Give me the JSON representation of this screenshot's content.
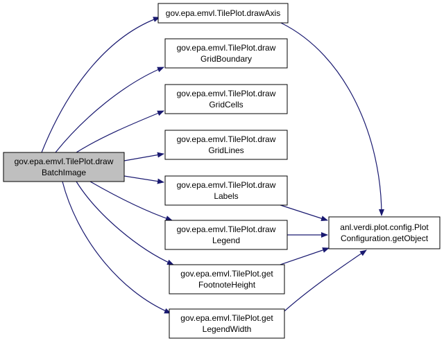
{
  "diagram": {
    "colors": {
      "edge": "#191970",
      "node_fill": "#ffffff",
      "root_fill": "#bfbfbf",
      "node_border": "#000000"
    },
    "nodes": {
      "root": {
        "lines": [
          "gov.epa.emvl.TilePlot.draw",
          "BatchImage"
        ]
      },
      "draw_axis": {
        "lines": [
          "gov.epa.emvl.TilePlot.drawAxis"
        ]
      },
      "draw_grid_boundary": {
        "lines": [
          "gov.epa.emvl.TilePlot.draw",
          "GridBoundary"
        ]
      },
      "draw_grid_cells": {
        "lines": [
          "gov.epa.emvl.TilePlot.draw",
          "GridCells"
        ]
      },
      "draw_grid_lines": {
        "lines": [
          "gov.epa.emvl.TilePlot.draw",
          "GridLines"
        ]
      },
      "draw_labels": {
        "lines": [
          "gov.epa.emvl.TilePlot.draw",
          "Labels"
        ]
      },
      "draw_legend": {
        "lines": [
          "gov.epa.emvl.TilePlot.draw",
          "Legend"
        ]
      },
      "get_footnote_height": {
        "lines": [
          "gov.epa.emvl.TilePlot.get",
          "FootnoteHeight"
        ]
      },
      "get_legend_width": {
        "lines": [
          "gov.epa.emvl.TilePlot.get",
          "LegendWidth"
        ]
      },
      "get_object": {
        "lines": [
          "anl.verdi.plot.config.Plot",
          "Configuration.getObject"
        ]
      }
    },
    "edges": [
      {
        "from": "root",
        "to": "draw_axis"
      },
      {
        "from": "root",
        "to": "draw_grid_boundary"
      },
      {
        "from": "root",
        "to": "draw_grid_cells"
      },
      {
        "from": "root",
        "to": "draw_grid_lines"
      },
      {
        "from": "root",
        "to": "draw_labels"
      },
      {
        "from": "root",
        "to": "draw_legend"
      },
      {
        "from": "root",
        "to": "get_footnote_height"
      },
      {
        "from": "root",
        "to": "get_legend_width"
      },
      {
        "from": "draw_axis",
        "to": "get_object"
      },
      {
        "from": "draw_labels",
        "to": "get_object"
      },
      {
        "from": "draw_legend",
        "to": "get_object"
      },
      {
        "from": "get_footnote_height",
        "to": "get_object"
      },
      {
        "from": "get_legend_width",
        "to": "get_object"
      }
    ]
  }
}
